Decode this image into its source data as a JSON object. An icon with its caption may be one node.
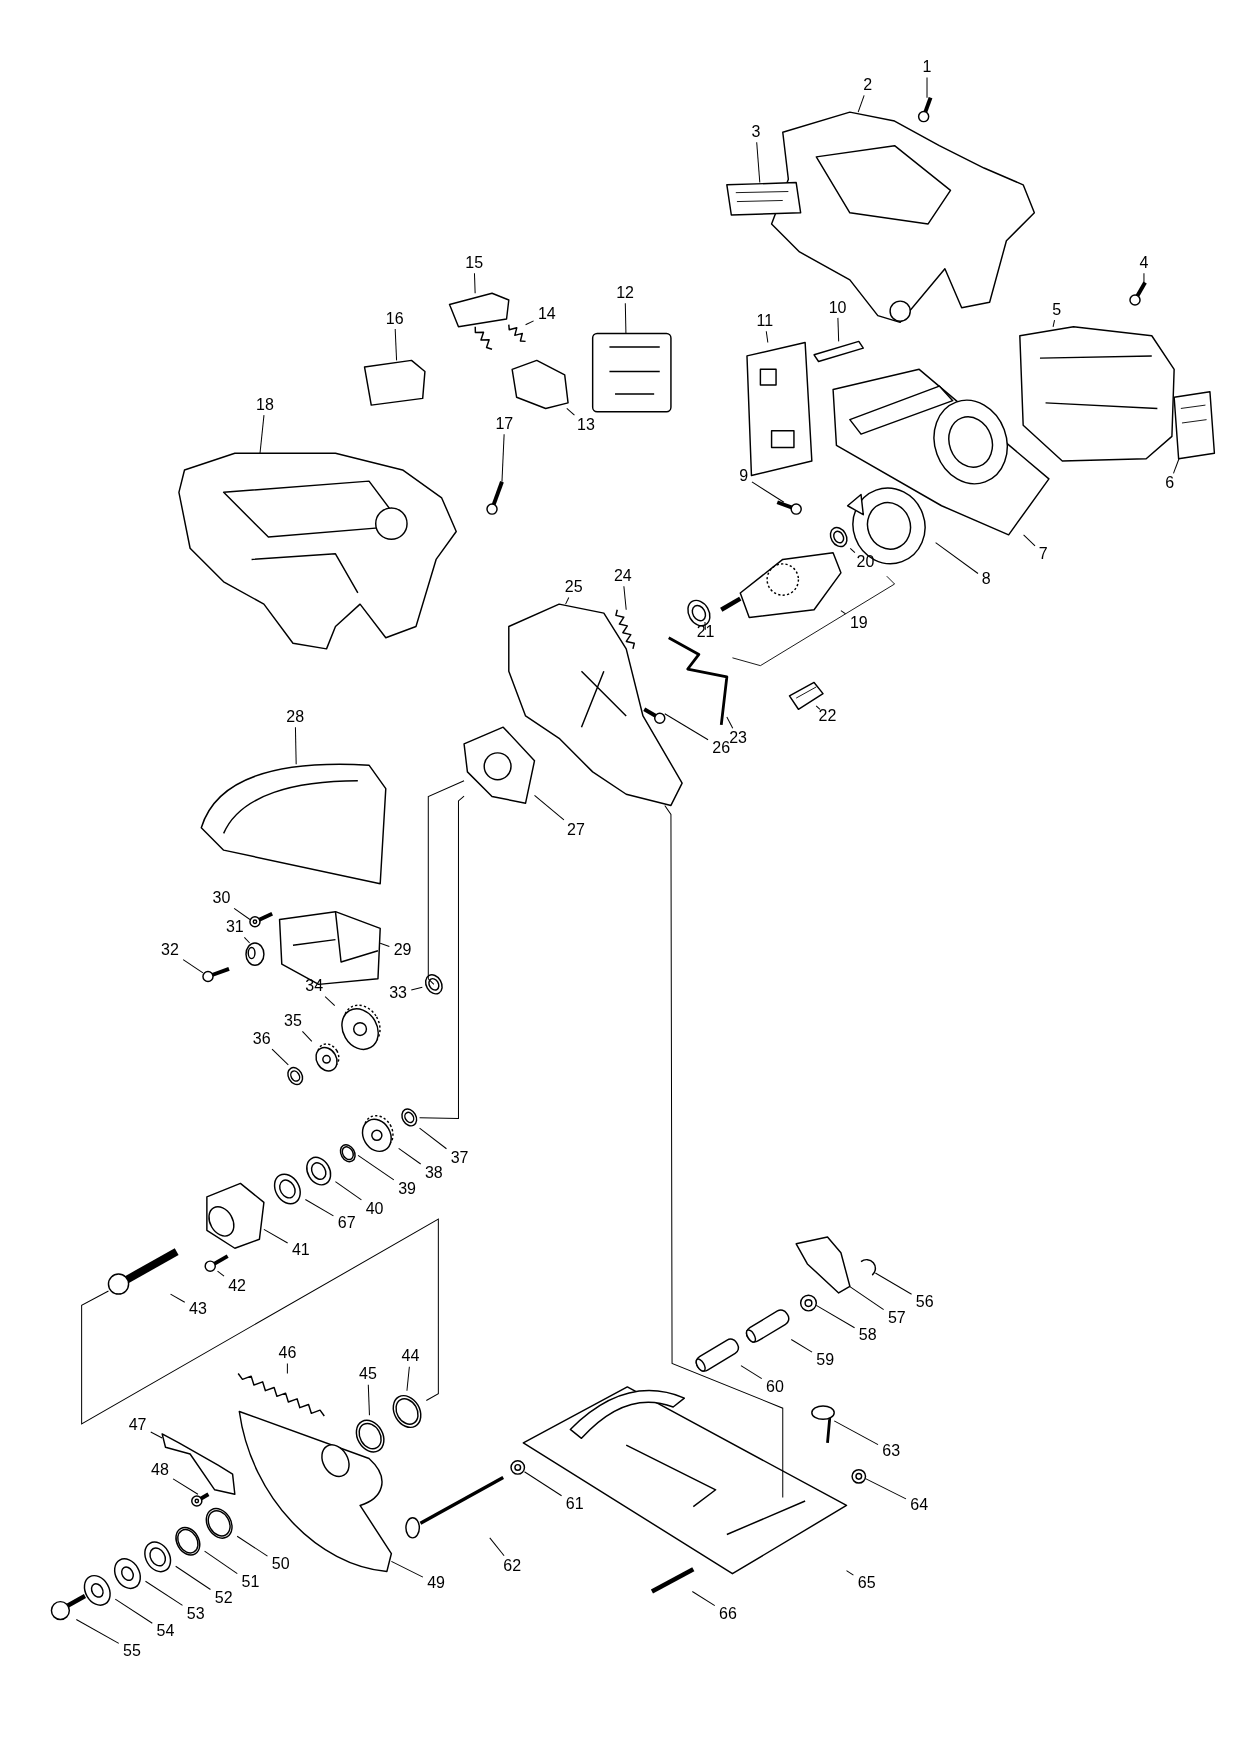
{
  "diagram": {
    "nodes": [
      {
        "text": [
          "1"
        ]
      },
      {
        "text": [
          "2"
        ]
      },
      {
        "text": [
          "3"
        ]
      },
      {
        "text": [
          "4"
        ]
      },
      {
        "text": [
          "5"
        ]
      },
      {
        "text": [
          "6"
        ]
      },
      {
        "text": [
          "7"
        ]
      },
      {
        "text": [
          "8"
        ]
      },
      {
        "text": [
          "9"
        ]
      },
      {
        "text": [
          "10"
        ]
      },
      {
        "text": [
          "11"
        ]
      },
      {
        "text": [
          "12"
        ]
      },
      {
        "text": [
          "13"
        ]
      },
      {
        "text": [
          "14"
        ]
      },
      {
        "text": [
          "15"
        ]
      },
      {
        "text": [
          "16"
        ]
      },
      {
        "text": [
          "17"
        ]
      },
      {
        "text": [
          "18"
        ]
      },
      {
        "text": [
          "19"
        ]
      },
      {
        "text": [
          "20"
        ]
      },
      {
        "text": [
          "21"
        ]
      },
      {
        "text": [
          "22"
        ]
      },
      {
        "text": [
          "23"
        ]
      },
      {
        "text": [
          "24"
        ]
      },
      {
        "text": [
          "25"
        ]
      },
      {
        "text": [
          "26"
        ]
      },
      {
        "text": [
          "27"
        ]
      },
      {
        "text": [
          "28"
        ]
      },
      {
        "text": [
          "29"
        ]
      },
      {
        "text": [
          "30"
        ]
      },
      {
        "text": [
          "31"
        ]
      },
      {
        "text": [
          "32"
        ]
      },
      {
        "text": [
          "33"
        ]
      },
      {
        "text": [
          "34"
        ]
      },
      {
        "text": [
          "35"
        ]
      },
      {
        "text": [
          "36"
        ]
      },
      {
        "text": [
          "37"
        ]
      },
      {
        "text": [
          "38"
        ]
      },
      {
        "text": [
          "39"
        ]
      },
      {
        "text": [
          "40"
        ]
      },
      {
        "text": [
          "41"
        ]
      },
      {
        "text": [
          "42"
        ]
      },
      {
        "text": [
          "43"
        ]
      },
      {
        "text": [
          "44"
        ]
      },
      {
        "text": [
          "45"
        ]
      },
      {
        "text": [
          "46"
        ]
      },
      {
        "text": [
          "47"
        ]
      },
      {
        "text": [
          "48"
        ]
      },
      {
        "text": [
          "49"
        ]
      },
      {
        "text": [
          "50"
        ]
      },
      {
        "text": [
          "51"
        ]
      },
      {
        "text": [
          "52"
        ]
      },
      {
        "text": [
          "53"
        ]
      },
      {
        "text": [
          "54"
        ]
      },
      {
        "text": [
          "55"
        ]
      },
      {
        "text": [
          "56"
        ]
      },
      {
        "text": [
          "57"
        ]
      },
      {
        "text": [
          "58"
        ]
      },
      {
        "text": [
          "59"
        ]
      },
      {
        "text": [
          "60"
        ]
      },
      {
        "text": [
          "61"
        ]
      },
      {
        "text": [
          "62"
        ]
      },
      {
        "text": [
          "63"
        ]
      },
      {
        "text": [
          "64"
        ]
      },
      {
        "text": [
          "65"
        ]
      },
      {
        "text": [
          "66"
        ]
      },
      {
        "text": [
          "67"
        ]
      },
      {
        "text": [],
        "shape": "picture"
      },
      {
        "text": [],
        "shape": "picture"
      },
      {
        "text": [],
        "shape": "picture"
      },
      {
        "text": [],
        "shape": "picture"
      },
      {
        "text": [],
        "shape": "picture"
      },
      {
        "text": [],
        "shape": "picture"
      },
      {
        "text": [],
        "shape": "picture"
      },
      {
        "text": [],
        "shape": "picture"
      },
      {
        "text": [],
        "shape": "picture"
      },
      {
        "text": [],
        "shape": "picture"
      },
      {
        "text": [],
        "shape": "picture"
      },
      {
        "text": [],
        "shape": "picture"
      },
      {
        "text": [],
        "shape": "picture"
      },
      {
        "text": [],
        "shape": "picture"
      },
      {
        "text": [],
        "shape": "picture"
      },
      {
        "text": [],
        "shape": "picture"
      },
      {
        "text": [],
        "shape": "picture"
      },
      {
        "text": [],
        "shape": "picture"
      },
      {
        "text": [],
        "shape": "picture"
      },
      {
        "text": [],
        "shape": "picture"
      },
      {
        "text": [],
        "shape": "picture"
      },
      {
        "text": [],
        "shape": "picture"
      },
      {
        "text": [],
        "shape": "picture"
      },
      {
        "text": [],
        "shape": "picture"
      },
      {
        "text": [],
        "shape": "picture"
      },
      {
        "text": [],
        "shape": "picture"
      },
      {
        "text": [],
        "shape": "picture"
      },
      {
        "text": [],
        "shape": "picture"
      },
      {
        "text": [],
        "shape": "picture"
      },
      {
        "text": [],
        "shape": "picture"
      },
      {
        "text": [],
        "shape": "picture"
      },
      {
        "text": [],
        "shape": "picture"
      },
      {
        "text": [],
        "shape": "picture"
      },
      {
        "text": [],
        "shape": "picture"
      },
      {
        "text": [],
        "shape": "picture"
      },
      {
        "text": [],
        "shape": "picture"
      },
      {
        "text": [],
        "shape": "picture"
      },
      {
        "text": [],
        "shape": "picture"
      },
      {
        "text": [],
        "shape": "picture"
      },
      {
        "text": [],
        "shape": "picture"
      },
      {
        "text": [],
        "shape": "picture"
      },
      {
        "text": [],
        "shape": "picture"
      },
      {
        "text": [],
        "shape": "picture"
      },
      {
        "text": [],
        "shape": "picture"
      },
      {
        "text": [],
        "shape": "picture"
      },
      {
        "text": [],
        "shape": "picture"
      },
      {
        "text": [],
        "shape": "picture"
      },
      {
        "text": [],
        "shape": "picture"
      },
      {
        "text": [],
        "shape": "picture"
      },
      {
        "text": [],
        "shape": "picture"
      },
      {
        "text": [],
        "shape": "picture"
      },
      {
        "text": [],
        "shape": "picture"
      },
      {
        "text": [],
        "shape": "picture"
      },
      {
        "text": [],
        "shape": "picture"
      },
      {
        "text": [],
        "shape": "picture"
      },
      {
        "text": [],
        "shape": "picture"
      },
      {
        "text": [],
        "shape": "picture"
      },
      {
        "text": [],
        "shape": "picture"
      },
      {
        "text": [],
        "shape": "picture"
      },
      {
        "text": [],
        "shape": "picture"
      },
      {
        "text": [],
        "shape": "picture"
      },
      {
        "text": [],
        "shape": "picture"
      },
      {
        "text": [],
        "shape": "picture"
      },
      {
        "text": [],
        "shape": "picture"
      },
      {
        "text": [],
        "shape": "picture"
      },
      {
        "text": [],
        "shape": "picture"
      },
      {
        "text": [],
        "shape": "picture"
      }
    ],
    "edges": [
      {
        "from": 0,
        "to": 67,
        "arrow": "none"
      },
      {
        "from": 1,
        "to": 68,
        "arrow": "none"
      },
      {
        "from": 2,
        "to": 69,
        "arrow": "none"
      },
      {
        "from": 3,
        "to": 70,
        "arrow": "none"
      },
      {
        "from": 4,
        "to": 71,
        "arrow": "none"
      },
      {
        "from": 5,
        "to": 72,
        "arrow": "none"
      },
      {
        "from": 6,
        "to": 73,
        "arrow": "none"
      },
      {
        "from": 7,
        "to": 74,
        "arrow": "none"
      },
      {
        "from": 8,
        "to": 75,
        "arrow": "none"
      },
      {
        "from": 9,
        "to": 76,
        "arrow": "none"
      },
      {
        "from": 10,
        "to": 77,
        "arrow": "none"
      },
      {
        "from": 11,
        "to": 78,
        "arrow": "none"
      },
      {
        "from": 12,
        "to": 79,
        "arrow": "none"
      },
      {
        "from": 13,
        "to": 80,
        "arrow": "none"
      },
      {
        "from": 14,
        "to": 81,
        "arrow": "none"
      },
      {
        "from": 15,
        "to": 82,
        "arrow": "none"
      },
      {
        "from": 16,
        "to": 83,
        "arrow": "none"
      },
      {
        "from": 17,
        "to": 84,
        "arrow": "none"
      },
      {
        "from": 18,
        "to": 85,
        "arrow": "none"
      },
      {
        "from": 19,
        "to": 86,
        "arrow": "none"
      },
      {
        "from": 20,
        "to": 87,
        "arrow": "none"
      },
      {
        "from": 21,
        "to": 88,
        "arrow": "none"
      },
      {
        "from": 22,
        "to": 89,
        "arrow": "none"
      },
      {
        "from": 23,
        "to": 90,
        "arrow": "none"
      },
      {
        "from": 24,
        "to": 91,
        "arrow": "none"
      },
      {
        "from": 25,
        "to": 92,
        "arrow": "none"
      },
      {
        "from": 26,
        "to": 93,
        "arrow": "none"
      },
      {
        "from": 27,
        "to": 94,
        "arrow": "none"
      },
      {
        "from": 28,
        "to": 95,
        "arrow": "none"
      },
      {
        "from": 29,
        "to": 96,
        "arrow": "none"
      },
      {
        "from": 30,
        "to": 97,
        "arrow": "none"
      },
      {
        "from": 31,
        "to": 98,
        "arrow": "none"
      },
      {
        "from": 32,
        "to": 99,
        "arrow": "none"
      },
      {
        "from": 33,
        "to": 100,
        "arrow": "none"
      },
      {
        "from": 34,
        "to": 101,
        "arrow": "none"
      },
      {
        "from": 35,
        "to": 102,
        "arrow": "none"
      },
      {
        "from": 36,
        "to": 103,
        "arrow": "none"
      },
      {
        "from": 37,
        "to": 104,
        "arrow": "none"
      },
      {
        "from": 38,
        "to": 105,
        "arrow": "none"
      },
      {
        "from": 39,
        "to": 106,
        "arrow": "none"
      },
      {
        "from": 40,
        "to": 107,
        "arrow": "none"
      },
      {
        "from": 41,
        "to": 108,
        "arrow": "none"
      },
      {
        "from": 42,
        "to": 109,
        "arrow": "none"
      },
      {
        "from": 43,
        "to": 110,
        "arrow": "none"
      },
      {
        "from": 44,
        "to": 111,
        "arrow": "none"
      },
      {
        "from": 45,
        "to": 112,
        "arrow": "none"
      },
      {
        "from": 46,
        "to": 113,
        "arrow": "none"
      },
      {
        "from": 47,
        "to": 114,
        "arrow": "none"
      },
      {
        "from": 48,
        "to": 115,
        "arrow": "none"
      },
      {
        "from": 49,
        "to": 116,
        "arrow": "none"
      },
      {
        "from": 50,
        "to": 117,
        "arrow": "none"
      },
      {
        "from": 51,
        "to": 118,
        "arrow": "none"
      },
      {
        "from": 52,
        "to": 119,
        "arrow": "none"
      },
      {
        "from": 53,
        "to": 120,
        "arrow": "none"
      },
      {
        "from": 54,
        "to": 121,
        "arrow": "none"
      },
      {
        "from": 55,
        "to": 122,
        "arrow": "none"
      },
      {
        "from": 56,
        "to": 123,
        "arrow": "none"
      },
      {
        "from": 57,
        "to": 124,
        "arrow": "none"
      },
      {
        "from": 58,
        "to": 125,
        "arrow": "none"
      },
      {
        "from": 59,
        "to": 126,
        "arrow": "none"
      },
      {
        "from": 60,
        "to": 127,
        "arrow": "none"
      },
      {
        "from": 61,
        "to": 128,
        "arrow": "none"
      },
      {
        "from": 62,
        "to": 129,
        "arrow": "none"
      },
      {
        "from": 63,
        "to": 130,
        "arrow": "none"
      },
      {
        "from": 64,
        "to": 131,
        "arrow": "none"
      },
      {
        "from": 65,
        "to": 132,
        "arrow": "none"
      },
      {
        "from": 66,
        "to": 133,
        "arrow": "none"
      },
      {
        "from": 93,
        "to": 99,
        "arrow": "none"
      },
      {
        "from": 93,
        "to": 103,
        "arrow": "none"
      },
      {
        "from": 91,
        "to": 131,
        "arrow": "none"
      },
      {
        "from": 110,
        "to": 109,
        "arrow": "none"
      }
    ]
  }
}
